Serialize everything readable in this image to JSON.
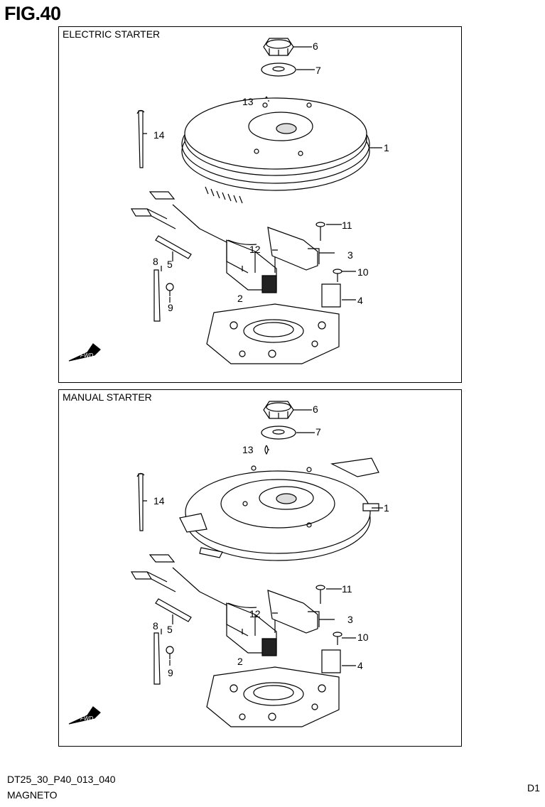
{
  "figure": {
    "title": "FIG.40"
  },
  "panels": [
    {
      "label": "ELECTRIC STARTER",
      "callouts": [
        "1",
        "2",
        "3",
        "4",
        "5",
        "6",
        "7",
        "8",
        "9",
        "10",
        "11",
        "12",
        "13",
        "14"
      ]
    },
    {
      "label": "MANUAL STARTER",
      "callouts": [
        "1",
        "2",
        "3",
        "4",
        "5",
        "6",
        "7",
        "8",
        "9",
        "10",
        "11",
        "12",
        "13",
        "14"
      ]
    }
  ],
  "footer": {
    "code": "DT25_30_P40_013_040",
    "name": "MAGNETO",
    "page": "D1"
  },
  "icons": {
    "direction": "fwd-arrow-icon"
  }
}
